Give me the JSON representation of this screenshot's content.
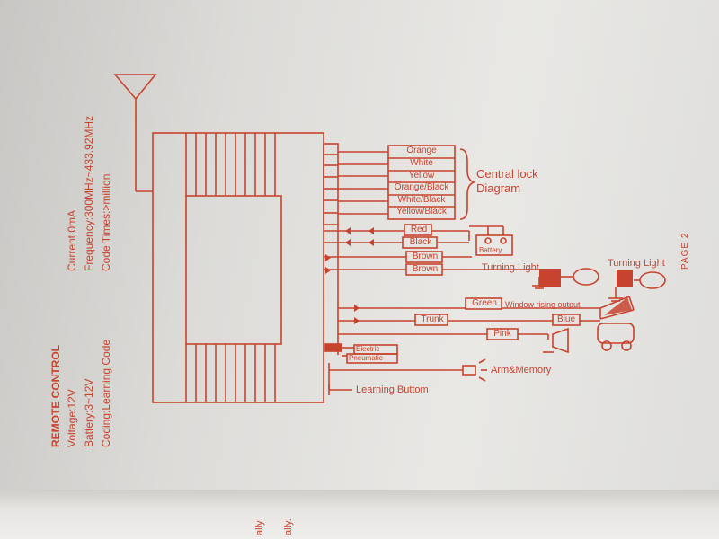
{
  "spec": {
    "title": "REMOTE CONTROL",
    "voltage": "Voltage:12V",
    "battery": "Battery:3~12V",
    "coding": "Coding:Learning Code",
    "current": "Current:0mA",
    "frequency": "Frequency:300MHz~433.92MHz",
    "code_times": "Code Times:>million"
  },
  "central_lock": {
    "title_line1": "Central lock",
    "title_line2": "Diagram",
    "wires": [
      "Orange",
      "White",
      "Yellow",
      "Orange/Black",
      "White/Black",
      "Yellow/Black"
    ]
  },
  "wires": {
    "red": "Red",
    "black": "Black",
    "brown1": "Brown",
    "brown2": "Brown",
    "green": "Green",
    "trunk": "Trunk",
    "blue": "Blue",
    "pink": "Pink",
    "electric": "Electric",
    "pneumatic": "Pneumatic"
  },
  "components": {
    "battery": "Battery",
    "turning_light_1": "Turning Light",
    "turning_light_2": "Turning Light",
    "window": "Window rising output",
    "arm_memory": "Arm&Memory",
    "learning": "Learning Buttom"
  },
  "page": "PAGE 2",
  "edge_text": [
    "ally.",
    "ally."
  ],
  "colors": {
    "ink": "#c8432e",
    "paper": "#e9e8e5"
  }
}
